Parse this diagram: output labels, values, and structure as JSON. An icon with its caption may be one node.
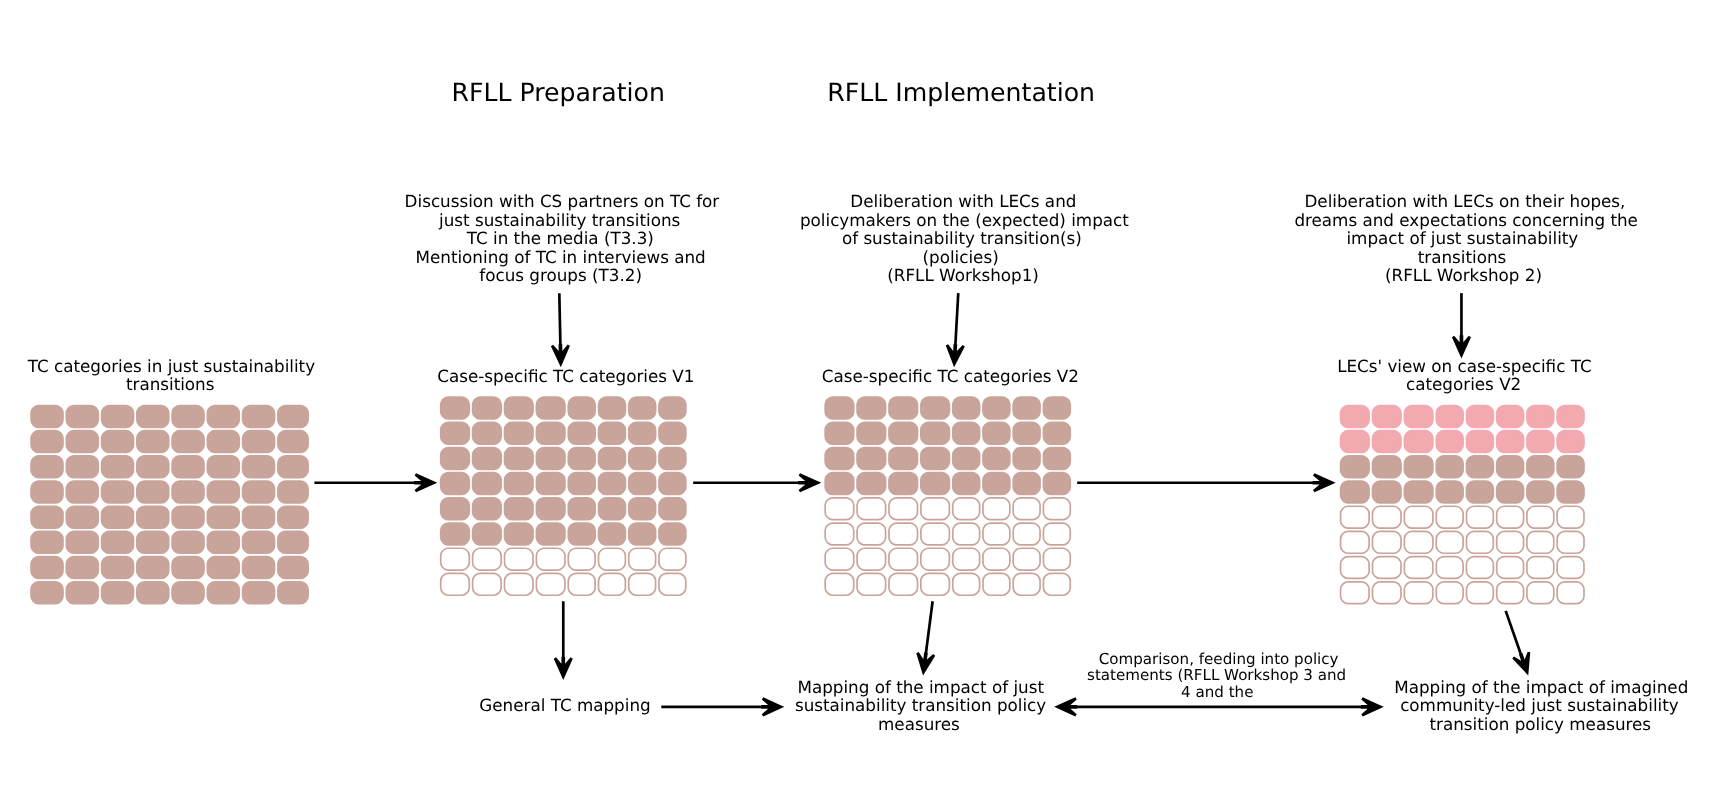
{
  "diagram": {
    "nodes": [
      {
        "text": [
          "TC categories in just sustainability transitions"
        ]
      },
      {
        "text": [
          "Discussion with CS partners on TC for just sustainability transitions",
          "TC in the media (T3.3)",
          "Mentioning of TC in interviews and focus groups (T3.2)"
        ]
      },
      {
        "text": [
          "Case-specific TC categories V1"
        ]
      },
      {
        "text": [
          "Deliberation with LECs and policymakers on the (expected) impact of sustainability transition(s) (policies)",
          "(RFLL Workshop1)"
        ]
      },
      {
        "text": [
          "Case-specific TC categories V2"
        ]
      },
      {
        "text": [
          "Deliberation with LECs on their hopes, dreams and expectations concerning the impact of just sustainability transitions",
          "(RFLL Workshop 2)"
        ]
      },
      {
        "text": [
          "LECs' view on case-specific TC categories V2"
        ]
      },
      {
        "text": [
          "General TC mapping"
        ]
      },
      {
        "text": [
          "Mapping of the impact of just sustainability transition policy measures"
        ]
      },
      {
        "text": [
          "Mapping of the impact of imagined community-led just sustainability transition policy measures"
        ]
      }
    ],
    "edges": [
      {
        "from": 0,
        "to": 2,
        "arrow": "to"
      },
      {
        "from": 1,
        "to": 2,
        "arrow": "to"
      },
      {
        "from": 2,
        "to": 4,
        "arrow": "to"
      },
      {
        "from": 3,
        "to": 4,
        "arrow": "to"
      },
      {
        "from": 4,
        "to": 6,
        "arrow": "to"
      },
      {
        "from": 5,
        "to": 6,
        "arrow": "to"
      },
      {
        "from": 2,
        "to": 7,
        "arrow": "to"
      },
      {
        "from": 4,
        "to": 8,
        "arrow": "to"
      },
      {
        "from": 6,
        "to": 9,
        "arrow": "to"
      },
      {
        "from": 7,
        "to": 8,
        "arrow": "to"
      },
      {
        "from": 8,
        "to": 9,
        "arrow": "both",
        "label": "Comparison, feeding into policy statements (RFLL Workshop 3 and 4 and the"
      }
    ],
    "labels": [
      "RFLL Preparation",
      "RFLL Implementation"
    ]
  }
}
